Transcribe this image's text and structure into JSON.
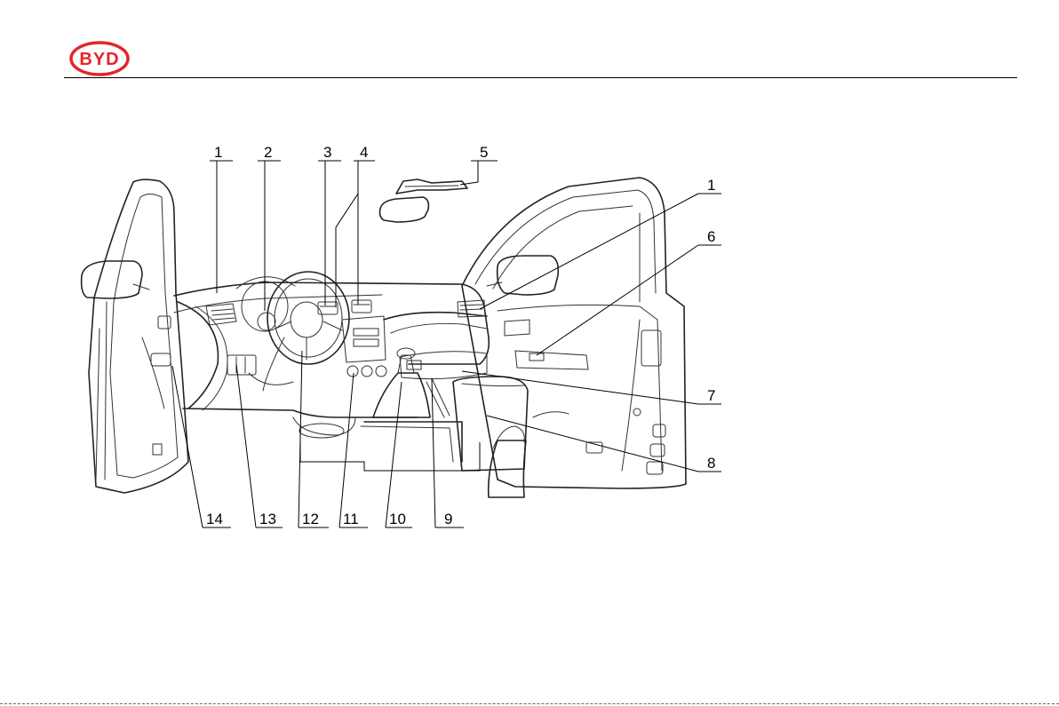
{
  "header": {
    "logo_text": "BYD",
    "brand_color": "#e3262b"
  },
  "diagram": {
    "callouts": [
      {
        "id": "c1a",
        "label": "1"
      },
      {
        "id": "c2",
        "label": "2"
      },
      {
        "id": "c3",
        "label": "3"
      },
      {
        "id": "c4",
        "label": "4"
      },
      {
        "id": "c5",
        "label": "5"
      },
      {
        "id": "c1b",
        "label": "1"
      },
      {
        "id": "c6",
        "label": "6"
      },
      {
        "id": "c7",
        "label": "7"
      },
      {
        "id": "c8",
        "label": "8"
      },
      {
        "id": "c14",
        "label": "14"
      },
      {
        "id": "c13",
        "label": "13"
      },
      {
        "id": "c12",
        "label": "12"
      },
      {
        "id": "c11",
        "label": "11"
      },
      {
        "id": "c10",
        "label": "10"
      },
      {
        "id": "c9",
        "label": "9"
      }
    ]
  }
}
